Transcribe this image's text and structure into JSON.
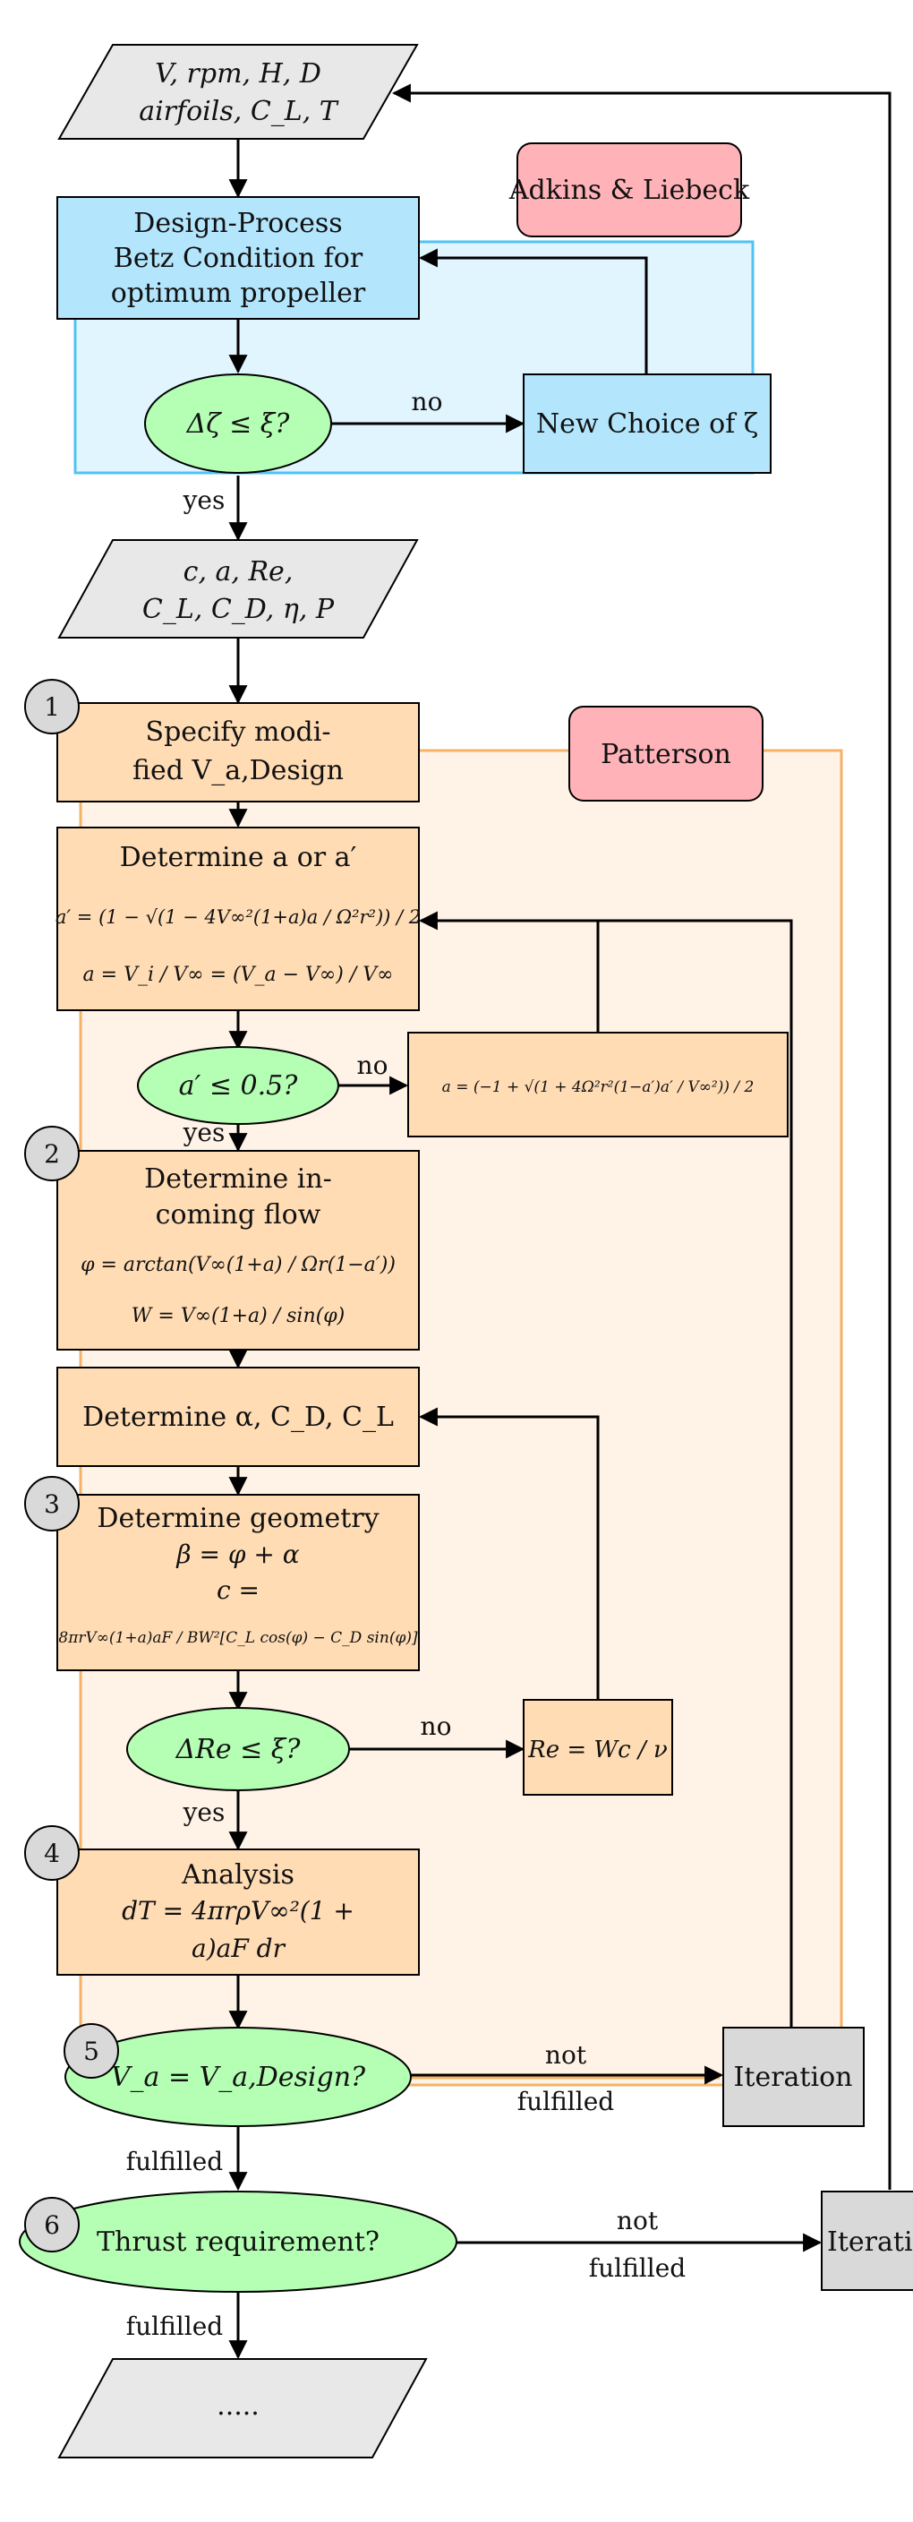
{
  "groups": {
    "adkins": "Adkins & Liebeck",
    "patterson": "Patterson"
  },
  "inputs": {
    "line1": "V, rpm, H, D",
    "line2": "airfoils, C_L, T"
  },
  "design_process": {
    "line1": "Design-Process",
    "line2": "Betz Condition for",
    "line3": "optimum propeller"
  },
  "decision_zeta": "Δζ ≤ ξ?",
  "new_choice": "New Choice of ζ",
  "outputs": {
    "line1": "c, a, Re,",
    "line2": "C_L, C_D, η, P"
  },
  "steps": {
    "s1": "1",
    "s2": "2",
    "s3": "3",
    "s4": "4",
    "s5": "5",
    "s6": "6"
  },
  "specify": {
    "line1": "Specify modi-",
    "line2": "fied V_a,Design"
  },
  "determine_a": {
    "title": "Determine a or a′",
    "formula1": "a′ = (1 − √(1 − 4V∞²(1+a)a / Ω²r²)) / 2",
    "formula2": "a = V_i / V∞ = (V_a − V∞) / V∞"
  },
  "decision_a_prime": "a′ ≤ 0.5?",
  "a_update": "a = (−1 + √(1 + 4Ω²r²(1−a′)a′ / V∞²)) / 2",
  "incoming": {
    "line1": "Determine in-",
    "line2": "coming flow",
    "formula1": "φ = arctan(V∞(1+a) / Ωr(1−a′))",
    "formula2": "W = V∞(1+a) / sin(φ)"
  },
  "det_alpha": "Determine α, C_D, C_L",
  "geometry": {
    "title": "Determine geometry",
    "formula1": "β = φ + α",
    "formula2": "c =",
    "formula3": "8πrV∞(1+a)aF / BW²[C_L cos(φ) − C_D sin(φ)]"
  },
  "decision_re": "ΔRe ≤ ξ?",
  "re_update": "Re = Wc / ν",
  "analysis": {
    "title": "Analysis",
    "line1": "dT = 4πrρV∞²(1 +",
    "line2": "a)aF dr"
  },
  "decision_va": "V_a = V_a,Design?",
  "iteration1": "Iteration",
  "decision_thrust": "Thrust requirement?",
  "iteration2": "Iteration",
  "final": ".....",
  "edge_labels": {
    "no1": "no",
    "yes1": "yes",
    "no2": "no",
    "yes2": "yes",
    "no3": "no",
    "yes3": "yes",
    "not1": "not",
    "fulfilled_a": "fulfilled",
    "fulfilled1": "fulfilled",
    "not2": "not",
    "fulfilled_b": "fulfilled",
    "fulfilled2": "fulfilled"
  },
  "colors": {
    "blue_fill": "#b3e5fc",
    "blue_region": "#e1f5fe",
    "blue_border": "#4fc3f7",
    "orange_fill": "#ffdcb4",
    "orange_region": "#fff2e6",
    "orange_border": "#f5b266",
    "green_fill": "#b4ffb4",
    "red_fill": "#ffb3b8",
    "gray_fill": "#e8e8e8",
    "iter_fill": "#d9d9d9",
    "step_fill": "#d9d9d9"
  }
}
